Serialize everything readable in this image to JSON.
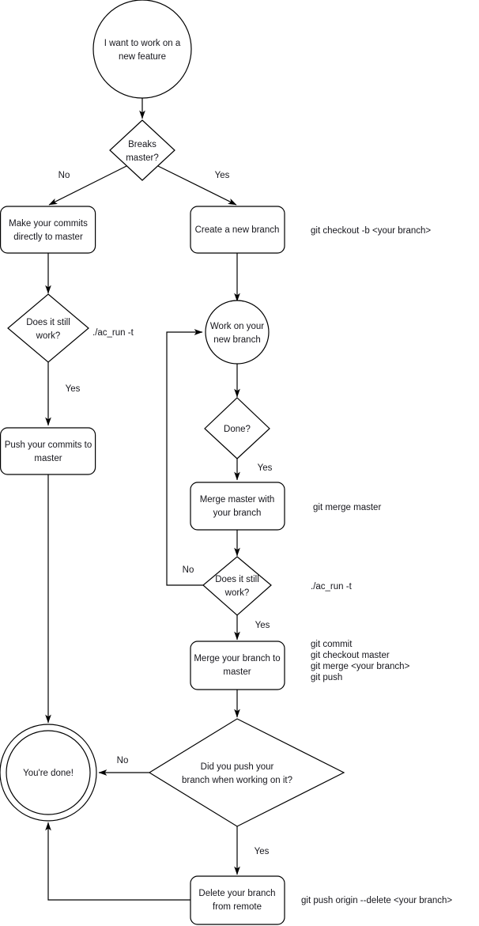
{
  "diagram": {
    "title": "Git feature branch workflow flowchart",
    "colors": {
      "background": "#ffffff",
      "stroke": "#000000",
      "text": "#16161c"
    },
    "nodes": [
      {
        "id": "start",
        "type": "circle",
        "label_lines": [
          "I want to work on a",
          "new feature"
        ]
      },
      {
        "id": "breaks_master",
        "type": "diamond",
        "label_lines": [
          "Breaks",
          "master?"
        ]
      },
      {
        "id": "make_commits",
        "type": "rounded-rect",
        "label_lines": [
          "Make your commits",
          "directly to master"
        ]
      },
      {
        "id": "create_branch",
        "type": "rounded-rect",
        "label_lines": [
          "Create a new branch"
        ]
      },
      {
        "id": "still_work_left",
        "type": "diamond",
        "label_lines": [
          "Does it still",
          "work?"
        ]
      },
      {
        "id": "work_branch",
        "type": "circle",
        "label_lines": [
          "Work on your",
          "new branch"
        ]
      },
      {
        "id": "push_commits",
        "type": "rounded-rect",
        "label_lines": [
          "Push your commits to",
          "master"
        ]
      },
      {
        "id": "done_q",
        "type": "diamond",
        "label_lines": [
          "Done?"
        ]
      },
      {
        "id": "merge_master",
        "type": "rounded-rect",
        "label_lines": [
          "Merge master with",
          "your branch"
        ]
      },
      {
        "id": "still_work_mid",
        "type": "diamond",
        "label_lines": [
          "Does it still",
          "work?"
        ]
      },
      {
        "id": "merge_branch",
        "type": "rounded-rect",
        "label_lines": [
          "Merge your branch to",
          "master"
        ]
      },
      {
        "id": "youre_done",
        "type": "double-circle",
        "label_lines": [
          "You're done!"
        ]
      },
      {
        "id": "did_you_push",
        "type": "diamond",
        "label_lines": [
          "Did you push your",
          "branch when working on it?"
        ]
      },
      {
        "id": "delete_branch",
        "type": "rounded-rect",
        "label_lines": [
          "Delete your branch",
          "from remote"
        ]
      }
    ],
    "edge_labels": [
      {
        "id": "breaks_no",
        "text": "No"
      },
      {
        "id": "breaks_yes",
        "text": "Yes"
      },
      {
        "id": "left_work_yes",
        "text": "Yes"
      },
      {
        "id": "done_yes",
        "text": "Yes"
      },
      {
        "id": "mid_work_no",
        "text": "No"
      },
      {
        "id": "mid_work_yes",
        "text": "Yes"
      },
      {
        "id": "push_q_no",
        "text": "No"
      },
      {
        "id": "push_q_yes",
        "text": "Yes"
      }
    ],
    "annotations": [
      {
        "id": "annot_checkout",
        "lines": [
          "git checkout -b <your branch>"
        ]
      },
      {
        "id": "annot_acrun_left",
        "lines": [
          "./ac_run -t"
        ]
      },
      {
        "id": "annot_merge_master",
        "lines": [
          "git merge master"
        ]
      },
      {
        "id": "annot_acrun_mid",
        "lines": [
          "./ac_run -t"
        ]
      },
      {
        "id": "annot_merge_steps",
        "lines": [
          "git commit",
          "git checkout master",
          "git merge <your branch>",
          "git push"
        ]
      },
      {
        "id": "annot_delete",
        "lines": [
          "git push origin --delete <your branch>"
        ]
      }
    ]
  }
}
